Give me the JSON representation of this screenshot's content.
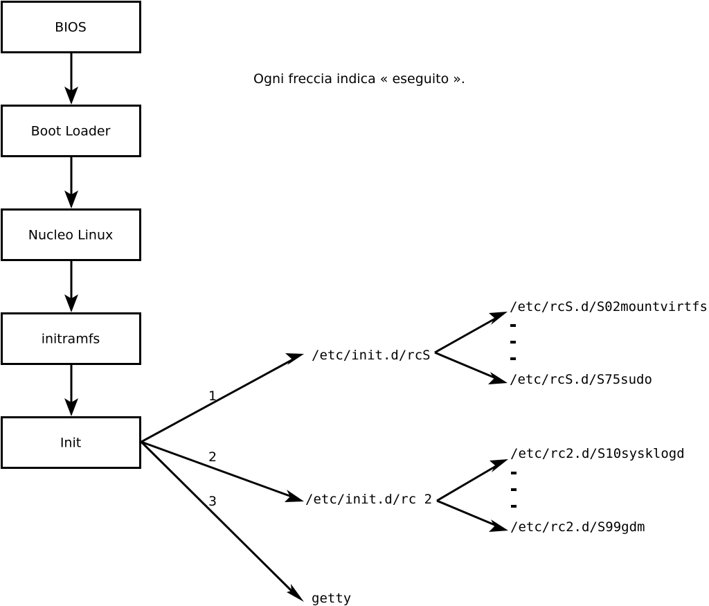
{
  "diagram": {
    "title_caption": "Ogni freccia indica « eseguito ».",
    "boot_chain": [
      {
        "id": "bios",
        "label": "BIOS"
      },
      {
        "id": "boot-loader",
        "label": "Boot Loader"
      },
      {
        "id": "kernel",
        "label": "Nucleo Linux"
      },
      {
        "id": "initramfs",
        "label": "initramfs"
      },
      {
        "id": "init",
        "label": "Init"
      }
    ],
    "init_branches": [
      {
        "number": "1",
        "target": "/etc/init.d/rcS"
      },
      {
        "number": "2",
        "target": "/etc/init.d/rc 2"
      },
      {
        "number": "3",
        "target": "getty"
      }
    ],
    "rcs_scripts": {
      "first": "/etc/rcS.d/S02mountvirtfs",
      "ellipsis": [
        "-",
        "-",
        "-"
      ],
      "last": "/etc/rcS.d/S75sudo"
    },
    "rc2_scripts": {
      "first": "/etc/rc2.d/S10sysklogd",
      "ellipsis": [
        "-",
        "-",
        "-"
      ],
      "last": "/etc/rc2.d/S99gdm"
    },
    "colors": {
      "stroke": "#000000",
      "fill": "#ffffff",
      "text": "#000000"
    }
  }
}
